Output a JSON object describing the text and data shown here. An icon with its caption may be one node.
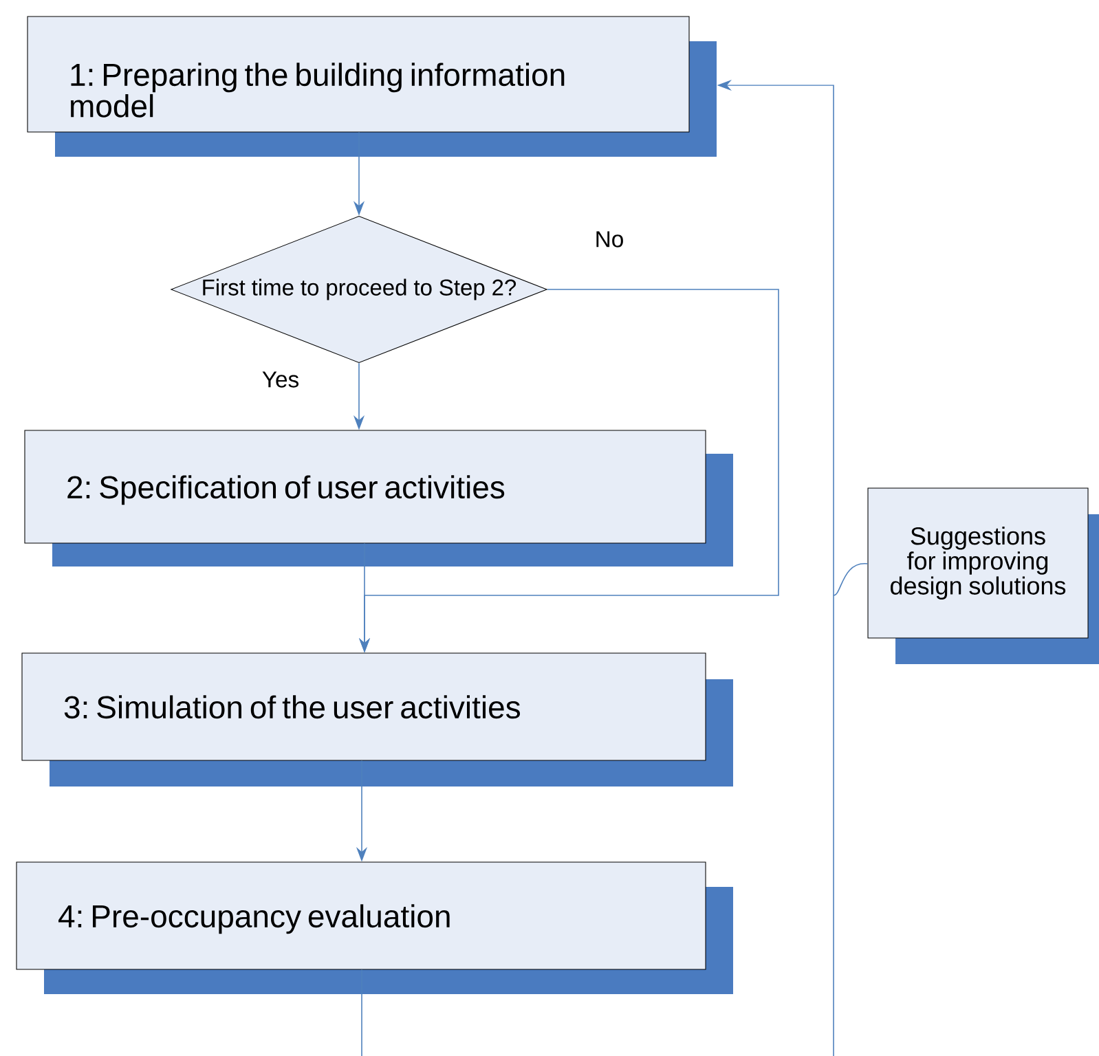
{
  "diagram": {
    "nodes": [
      {
        "text": [
          "1: Preparing the building information model"
        ]
      },
      {
        "text": [
          "First time to proceed to Step 2?"
        ]
      },
      {
        "text": [
          "2: Specification of user activities"
        ]
      },
      {
        "text": [
          "3: Simulation of the user activities"
        ]
      },
      {
        "text": [
          "4: Pre-occupancy evaluation"
        ]
      },
      {
        "text": [
          "Suggestions for improving design solutions"
        ]
      }
    ],
    "edges": [
      {
        "from": 0,
        "to": 1,
        "arrow": "to"
      },
      {
        "from": 1,
        "to": 2,
        "arrow": "to",
        "label": "Yes"
      },
      {
        "from": 1,
        "to": 3,
        "arrow": "to",
        "label": "No"
      },
      {
        "from": 2,
        "to": 3,
        "arrow": "to"
      },
      {
        "from": 3,
        "to": 4,
        "arrow": "to"
      },
      {
        "from": 4,
        "to": null,
        "arrow": "none"
      },
      {
        "from": null,
        "to": 0,
        "arrow": "to"
      },
      {
        "from": 5,
        "to": null,
        "arrow": "none"
      }
    ]
  }
}
